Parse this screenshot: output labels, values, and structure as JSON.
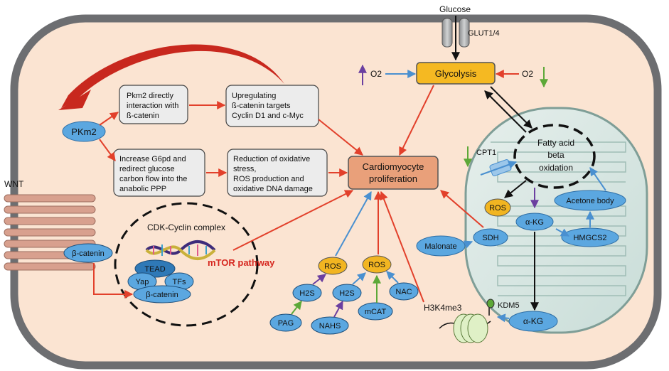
{
  "labels": {
    "glucose": "Glucose",
    "glut": "GLUT1/4",
    "o2_left": "O2",
    "o2_right": "O2",
    "glycolysis": "Glycolysis",
    "pkm2": "PKm2",
    "wnt": "WNT",
    "box_pkm2_line1": "Pkm2 directly",
    "box_pkm2_line2": "interaction with",
    "box_pkm2_line3": "ß-catenin",
    "box_up_line1": "Upregulating",
    "box_up_line2": "ß-catenin targets",
    "box_up_line3": "Cyclin D1 and c-Myc",
    "box_g6pd_line1": "Increase G6pd and",
    "box_g6pd_line2": "redirect glucose",
    "box_g6pd_line3": "carbon flow into the",
    "box_g6pd_line4": "anabolic PPP",
    "box_red_line1": "Reduction of oxidative",
    "box_red_line2": "stress,",
    "box_red_line3": "ROS production and",
    "box_red_line4": "oxidative DNA damage",
    "cp_line1": "Cardiomyocyte",
    "cp_line2": "proliferation",
    "fao_line1": "Fatty acid",
    "fao_line2": "beta",
    "fao_line3": "oxidation",
    "cpt1": "CPT1",
    "ros_mito": "ROS",
    "akg_mito": "α-KG",
    "acetone": "Acetone body",
    "hmgcs2": "HMGCS2",
    "sdh": "SDH",
    "malonate": "Malonate",
    "akg_bottom": "α-KG",
    "kdm5": "KDM5",
    "h3k4me3": "H3K4me3",
    "cdk": "CDK-Cyclin complex",
    "mtor": "mTOR pathway",
    "beta_catenin_left": "β-catenin",
    "tead": "TEAD",
    "yap": "Yap",
    "tfs": "TFs",
    "beta_catenin_cluster": "β-catenin",
    "ros1": "ROS",
    "ros2": "ROS",
    "h2s1": "H2S",
    "h2s2": "H2S",
    "pag": "PAG",
    "nahs": "NAHS",
    "mcat": "mCAT",
    "nac": "NAC"
  },
  "colors": {
    "cell_fill": "#fbe4d2",
    "cell_border": "#6d6e71",
    "box_fill": "#ececec",
    "glycolysis_fill": "#f5b922",
    "cp_fill": "#e9a07a",
    "node_fill": "#5ba7e0",
    "ros_fill": "#f2b521",
    "red_arrow": "#e2402b",
    "blue_arrow": "#4a90d0",
    "green_arrow": "#5da838",
    "purple_arrow": "#6b3fa0",
    "mtor_text": "#d6271f",
    "mito_fill": "#d6e6e2"
  }
}
